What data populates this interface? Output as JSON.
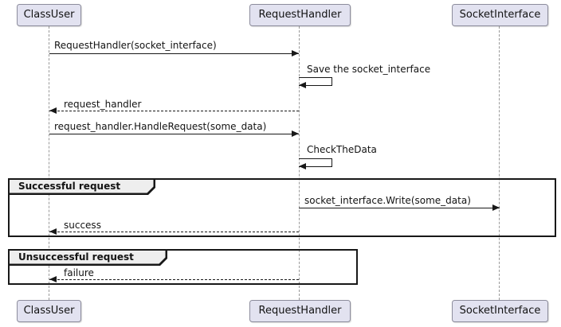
{
  "diagram": {
    "type": "uml-sequence",
    "participants": [
      {
        "name": "ClassUser"
      },
      {
        "name": "RequestHandler"
      },
      {
        "name": "SocketInterface"
      }
    ],
    "messages": [
      {
        "label": "RequestHandler(socket_interface)",
        "type": "solid-call",
        "from": "ClassUser",
        "to": "RequestHandler"
      },
      {
        "label": "Save the socket_interface",
        "type": "self-message",
        "on": "RequestHandler"
      },
      {
        "label": "request_handler",
        "type": "dashed-return",
        "from": "RequestHandler",
        "to": "ClassUser"
      },
      {
        "label": "request_handler.HandleRequest(some_data)",
        "type": "solid-call",
        "from": "ClassUser",
        "to": "RequestHandler"
      },
      {
        "label": "CheckTheData",
        "type": "self-message",
        "on": "RequestHandler"
      },
      {
        "label": "socket_interface.Write(some_data)",
        "type": "solid-call",
        "from": "RequestHandler",
        "to": "SocketInterface"
      },
      {
        "label": "success",
        "type": "dashed-return",
        "from": "RequestHandler",
        "to": "ClassUser"
      },
      {
        "label": "failure",
        "type": "dashed-return",
        "from": "RequestHandler",
        "to": "ClassUser"
      }
    ],
    "groups": [
      {
        "label": "Successful request"
      },
      {
        "label": "Unsuccessful request"
      }
    ],
    "colors": {
      "participant_fill": "#E2E2F0",
      "participant_border": "#8C8C9C",
      "lifeline": "#9A9A9A",
      "line": "#181818",
      "group_tab_fill": "#EEEEEE",
      "background": "#FFFFFF"
    }
  }
}
